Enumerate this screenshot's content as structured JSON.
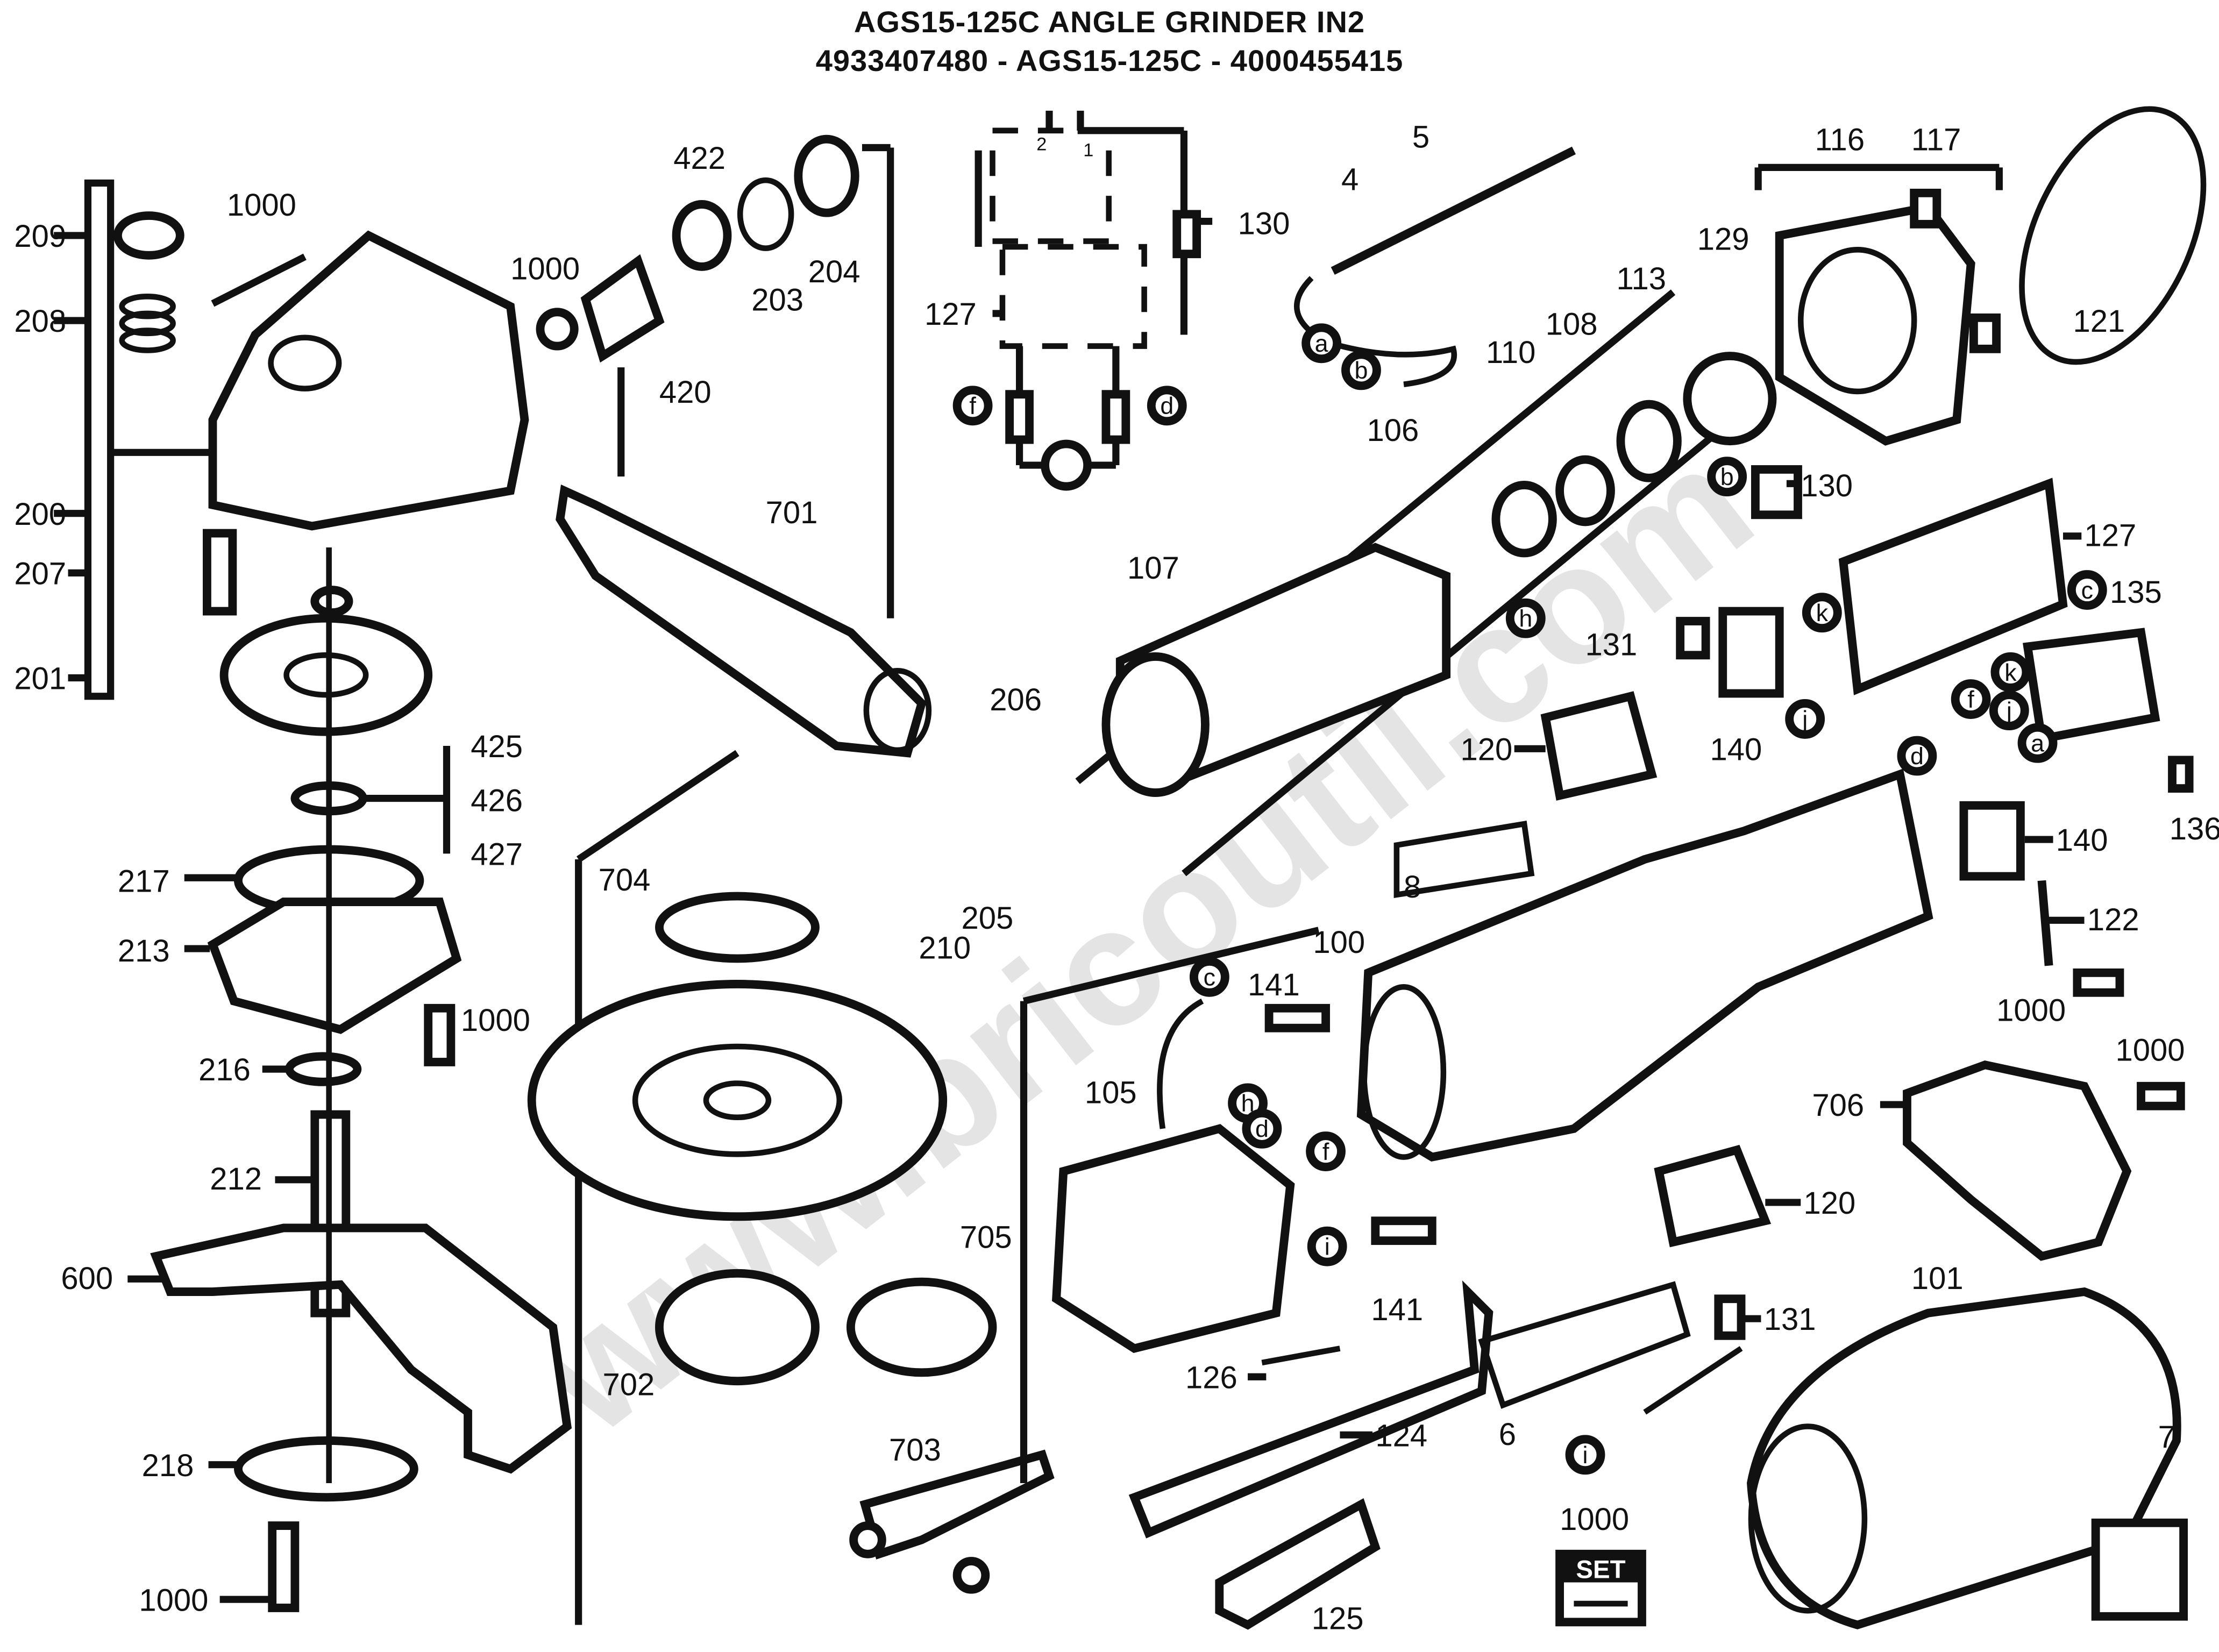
{
  "title": {
    "line1": "AGS15-125C ANGLE GRINDER IN2",
    "line2": "4933407480 - AGS15-125C - 4000455415"
  },
  "watermark": "www.bricoutil.com",
  "icons": {
    "set": "SET"
  },
  "labels": {
    "l209": "209",
    "l208": "208",
    "l200": "200",
    "l207": "207",
    "l201": "201",
    "l1000_screw": "1000",
    "l1000_nut": "1000",
    "l422": "422",
    "l203": "203",
    "l204": "204",
    "l420": "420",
    "l701": "701",
    "l425": "425",
    "l426": "426",
    "l427": "427",
    "l217": "217",
    "l213": "213",
    "l1000_213": "1000",
    "l216": "216",
    "l212": "212",
    "l600": "600",
    "l218": "218",
    "l1000_bottom": "1000",
    "l704": "704",
    "l702": "702",
    "l705": "705",
    "l703": "703",
    "l130_top": "130",
    "l127_top": "127",
    "l4": "4",
    "l5": "5",
    "l106": "106",
    "l107": "107",
    "l110": "110",
    "l108": "108",
    "l113": "113",
    "l129": "129",
    "l116": "116",
    "l117": "117",
    "l121": "121",
    "l130_mid": "130",
    "l127_mid": "127",
    "l135": "135",
    "l131_top": "131",
    "l140_a": "140",
    "l120_top": "120",
    "l136": "136",
    "l140_b": "140",
    "l122": "122",
    "l1000_122": "1000",
    "l1000_706": "1000",
    "l706": "706",
    "l206": "206",
    "l205": "205",
    "l210": "210",
    "l8": "8",
    "l100": "100",
    "l141_top": "141",
    "l105": "105",
    "l141_bottom": "141",
    "l120_bottom": "120",
    "l131_bottom": "131",
    "l6": "6",
    "l126": "126",
    "l124": "124",
    "l125": "125",
    "l1000_set": "1000",
    "l101": "101",
    "l7": "7"
  },
  "connectors": {
    "a1": "a",
    "b1": "b",
    "c_top": "c",
    "d_top": "d",
    "f_top": "f",
    "b2": "b",
    "h1": "h",
    "k1": "k",
    "k2": "k",
    "f2": "f",
    "j1": "j",
    "j2": "j",
    "d2": "d",
    "a2": "a",
    "c2": "c",
    "h2": "h",
    "d3": "d",
    "f3": "f",
    "i1": "i",
    "i2": "i",
    "sw1": "1",
    "sw2": "2"
  }
}
